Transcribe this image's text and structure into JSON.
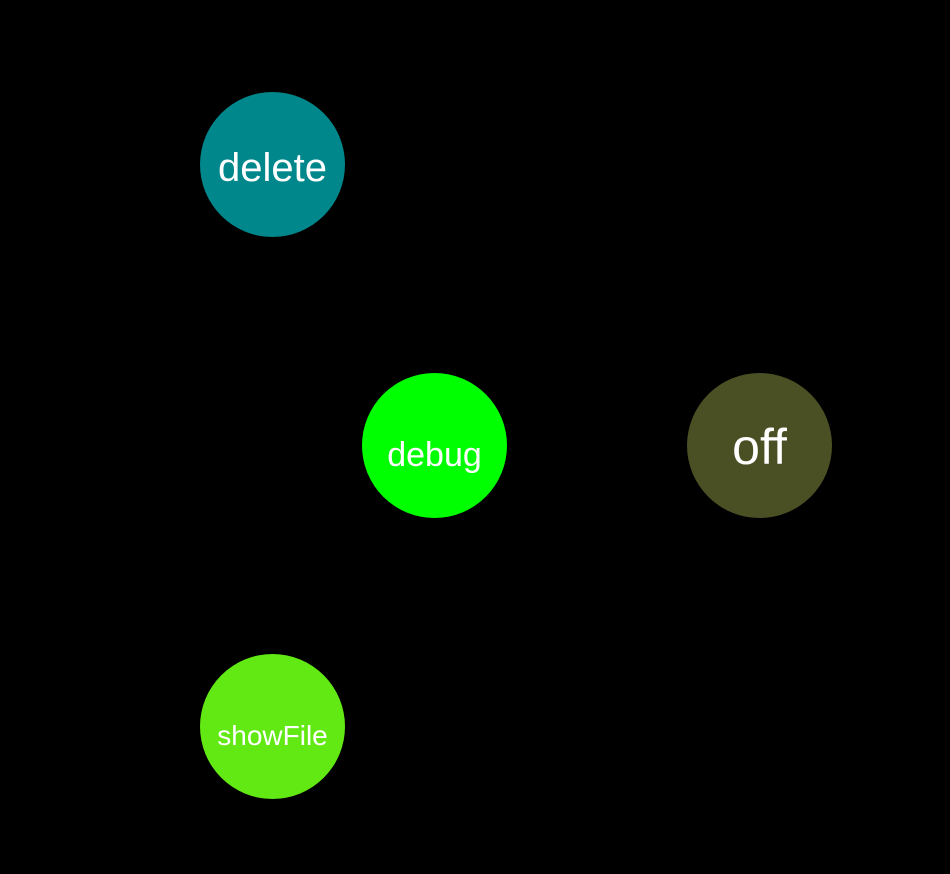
{
  "background": "#000000",
  "buttons": [
    {
      "label": "delete",
      "color": "#00878c"
    },
    {
      "label": "debug",
      "color": "#00ff00"
    },
    {
      "label": "off",
      "color": "#4b5024"
    },
    {
      "label": "showFile",
      "color": "#62e914"
    }
  ]
}
